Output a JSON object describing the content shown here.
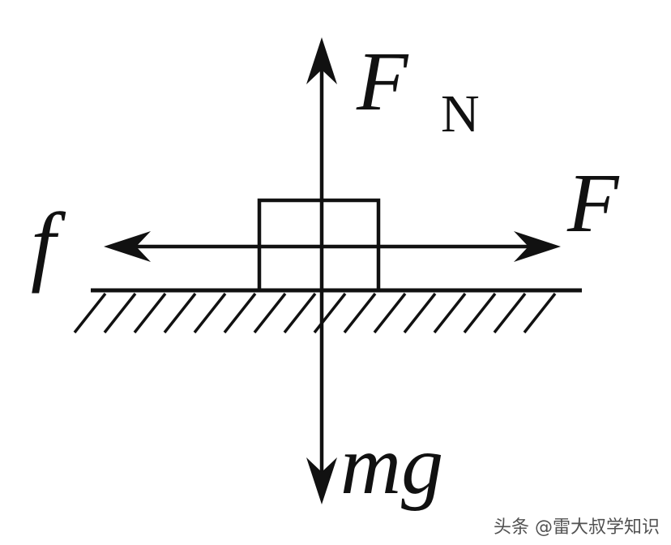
{
  "labels": {
    "normal_force": "F",
    "normal_force_subscript": "N",
    "applied_force": "F",
    "friction": "f",
    "gravity": "mg"
  },
  "watermark": "头条 @雷大叔学知识"
}
